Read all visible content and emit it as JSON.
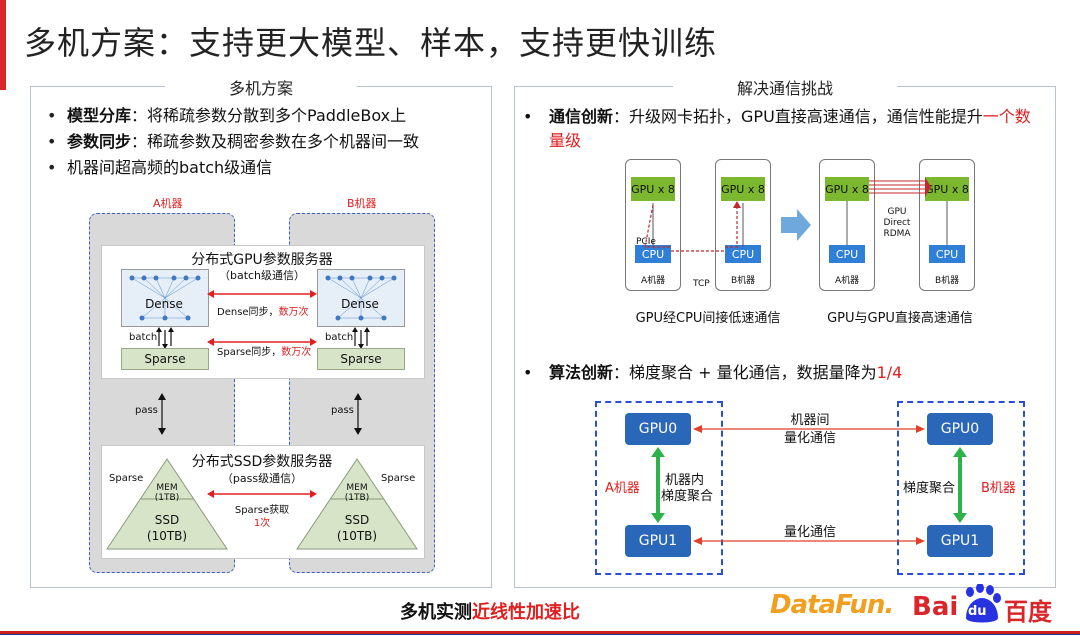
{
  "title": "多机方案：支持更大模型、样本，支持更快训练",
  "left_panel": {
    "heading": "多机方案",
    "bullets": [
      {
        "bold": "模型分库",
        "rest": "：将稀疏参数分散到多个PaddleBox上"
      },
      {
        "bold": "参数同步",
        "rest": "：稀疏参数及稠密参数在多个机器间一致"
      },
      {
        "bold": "",
        "rest": "机器间超高频的batch级通信"
      }
    ],
    "diagram": {
      "machine_a": "A机器",
      "machine_b": "B机器",
      "gpu_server_title": "分布式GPU参数服务器",
      "gpu_server_sub": "（batch级通信）",
      "dense": "Dense",
      "sparse": "Sparse",
      "batch": "batch",
      "dense_sync": "Dense同步，",
      "dense_sync_red": "数万次",
      "sparse_sync": "Sparse同步，",
      "sparse_sync_red": "数万次",
      "pass": "pass",
      "ssd_server_title": "分布式SSD参数服务器",
      "ssd_server_sub": "（pass级通信）",
      "sparse_label": "Sparse",
      "mem": "MEM",
      "mem_size": "(1TB)",
      "ssd": "SSD",
      "ssd_size": "(10TB)",
      "sparse_fetch": "Sparse获取",
      "sparse_fetch_red": "1次"
    }
  },
  "right_panel": {
    "heading": "解决通信挑战",
    "bullet1_bold": "通信创新",
    "bullet1_rest": "：升级网卡拓扑，GPU直接高速通信，通信性能提升",
    "bullet1_red": "一个数量级",
    "topo": {
      "gpu_x8": "GPU x 8",
      "cpu": "CPU",
      "pcie": "PCIe",
      "tcp": "TCP",
      "a_machine": "A机器",
      "b_machine": "B机器",
      "gpu_direct": "GPU\nDirect\nRDMA",
      "caption_left": "GPU经CPU间接低速通信",
      "caption_right": "GPU与GPU直接高速通信"
    },
    "bullet2_bold": "算法创新",
    "bullet2_rest": "：梯度聚合 + 量化通信，数据量降为",
    "bullet2_red": "1/4",
    "algo": {
      "gpu0": "GPU0",
      "gpu1": "GPU1",
      "a_machine": "A机器",
      "b_machine": "B机器",
      "inter_top_1": "机器间",
      "inter_top_2": "量化通信",
      "inner_1": "机器内",
      "inner_2": "梯度聚合",
      "grad_agg": "梯度聚合",
      "quant": "量化通信"
    }
  },
  "footer": {
    "text": "多机实测",
    "text_red": "近线性加速比",
    "logo_datafun": "DataFun.",
    "logo_bai": "Bai",
    "logo_du": "du",
    "logo_baidu_cn": "百度"
  },
  "colors": {
    "accent_red": "#e02020",
    "green": "#7cb82f",
    "blue": "#2a67b8",
    "dashed_blue": "#3a5fcf"
  }
}
